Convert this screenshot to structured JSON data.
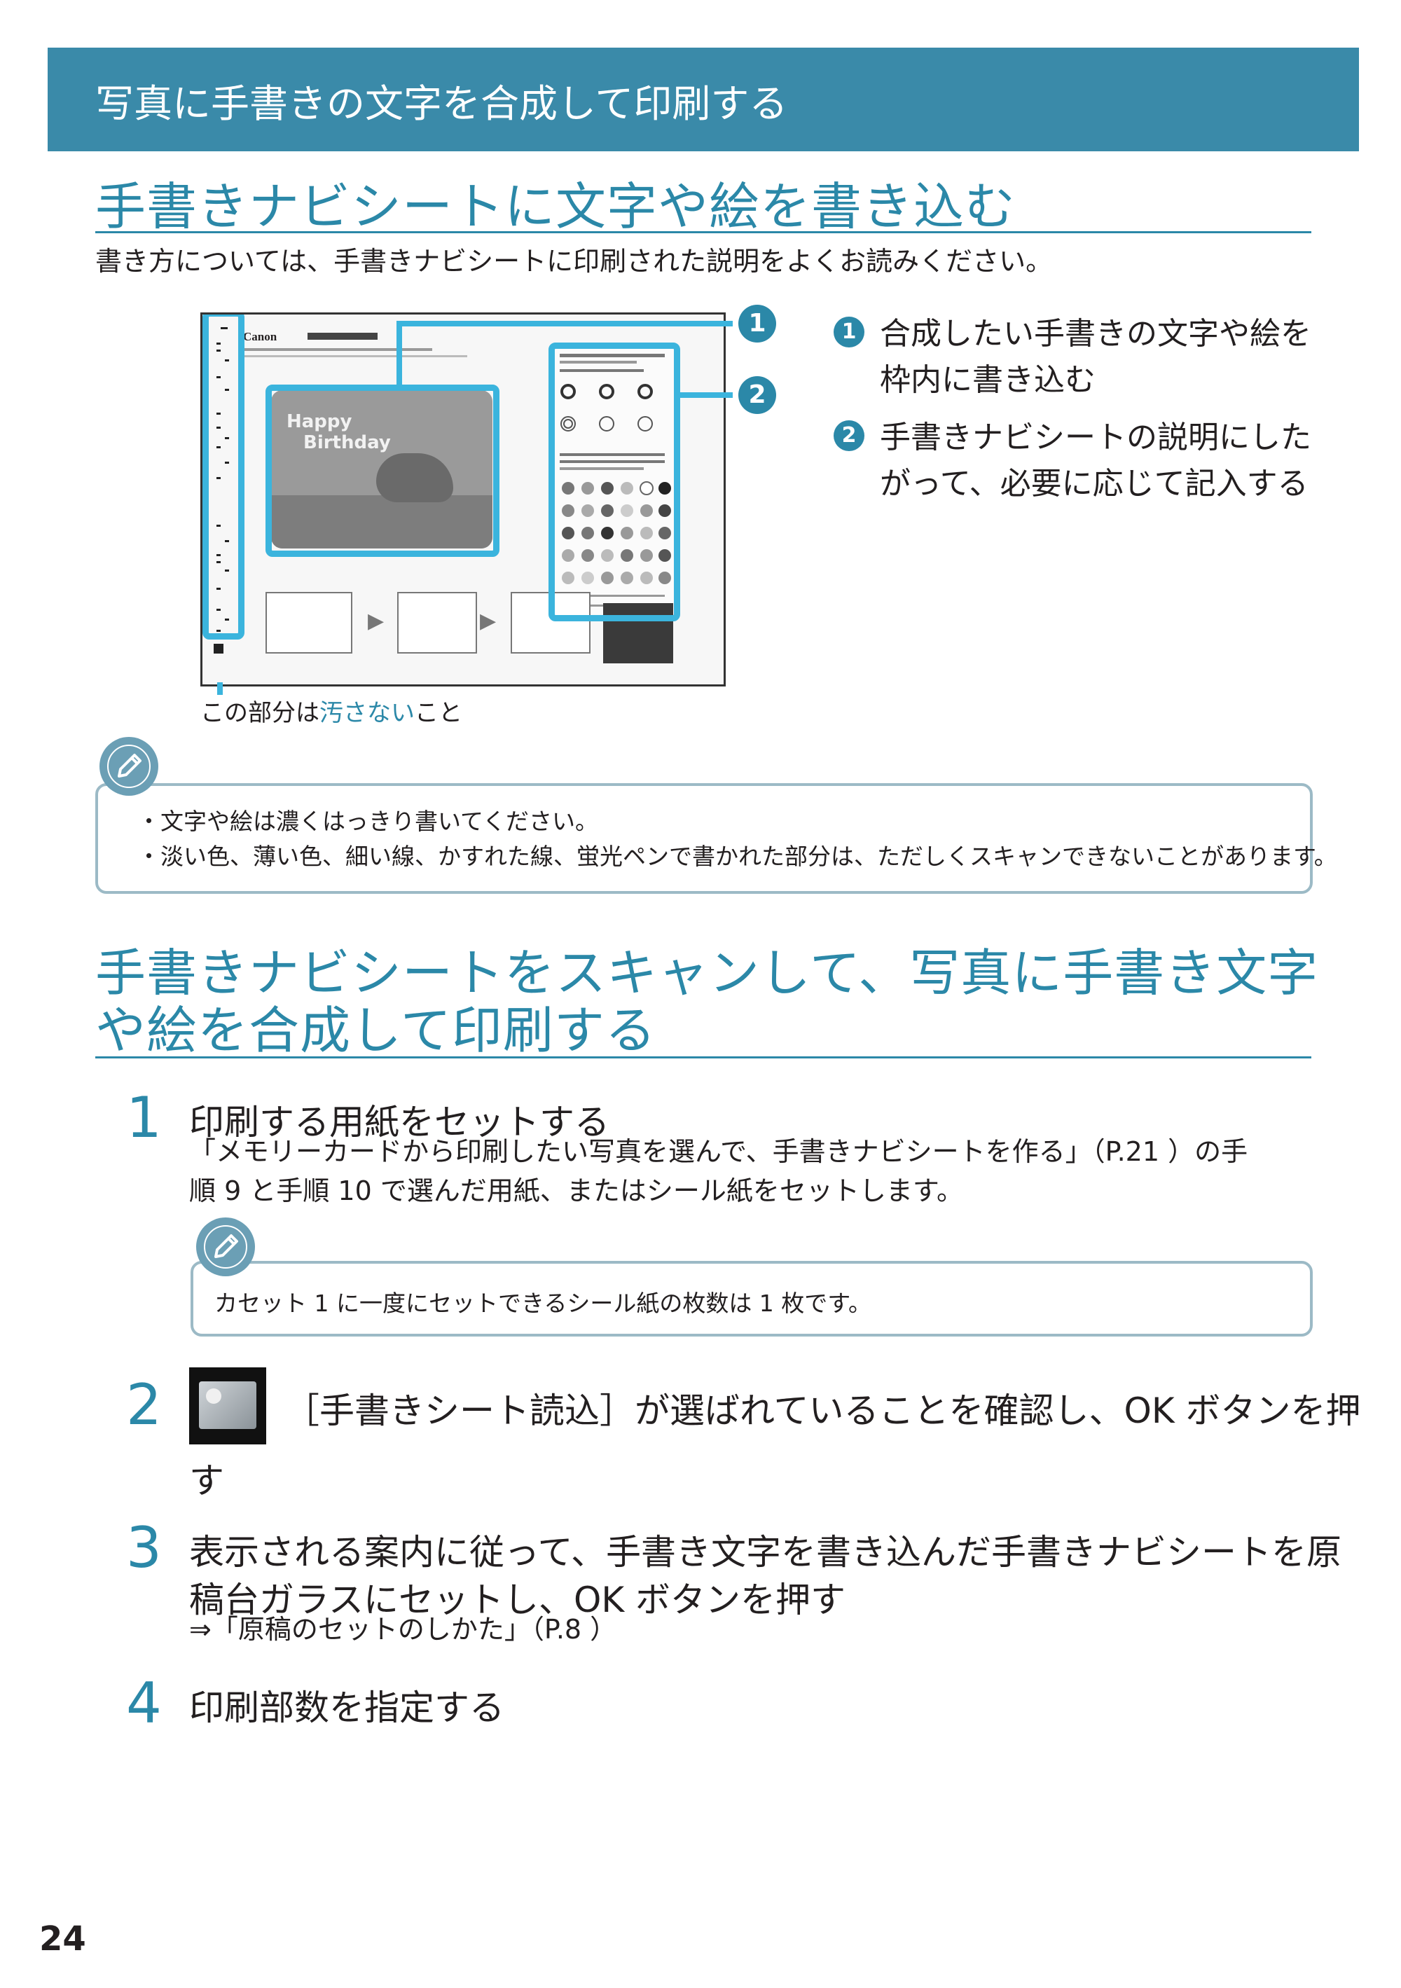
{
  "banner": {
    "title": "写真に手書きの文字を合成して印刷する"
  },
  "section1": {
    "title": "手書きナビシートに文字や絵を書き込む",
    "intro": "書き方については、手書きナビシートに印刷された説明をよくお読みください。",
    "callouts": [
      {
        "num": "1",
        "line1": "合成したい手書きの文字や絵を",
        "line2": "枠内に書き込む"
      },
      {
        "num": "2",
        "line1": "手書きナビシートの説明にした",
        "line2": "がって、必要に応じて記入する"
      }
    ],
    "caption_prefix": "この部分は",
    "caption_highlight": "汚さない",
    "caption_suffix": "こと",
    "illustration": {
      "brand": "Canon",
      "photo_text_line1": "Happy",
      "photo_text_line2": "Birthday"
    },
    "note_lines": [
      "・文字や絵は濃くはっきり書いてください。",
      "・淡い色、薄い色、細い線、かすれた線、蛍光ペンで書かれた部分は、ただしくスキャンできないことがあります。"
    ]
  },
  "section2": {
    "title_line1": "手書きナビシートをスキャンして、写真に手書き文字",
    "title_line2": "や絵を合成して印刷する",
    "steps": [
      {
        "num": "1",
        "title": "印刷する用紙をセットする",
        "desc_line1": "「メモリーカードから印刷したい写真を選んで、手書きナビシートを作る」（P.21 ）の手",
        "desc_line2": "順 9 と手順 10 で選んだ用紙、またはシール紙をセットします。",
        "note": "カセット 1 に一度にセットできるシール紙の枚数は 1 枚です。"
      },
      {
        "num": "2",
        "title_line1": "［手書きシート読込］が選ばれていることを確認し、OK ボタンを押",
        "title_line2": "す"
      },
      {
        "num": "3",
        "title_line1": "表示される案内に従って、手書き文字を書き込んだ手書きナビシートを原",
        "title_line2": "稿台ガラスにセットし、OK ボタンを押す",
        "ref": "⇒「原稿のセットのしかた」（P.8 ）"
      },
      {
        "num": "4",
        "title": "印刷部数を指定する"
      }
    ]
  },
  "page_number": "24",
  "colors": {
    "accent": "#2b88a8",
    "banner": "#3a8aa9",
    "highlight": "#3bb4dd",
    "note_border": "#9cbac6"
  }
}
